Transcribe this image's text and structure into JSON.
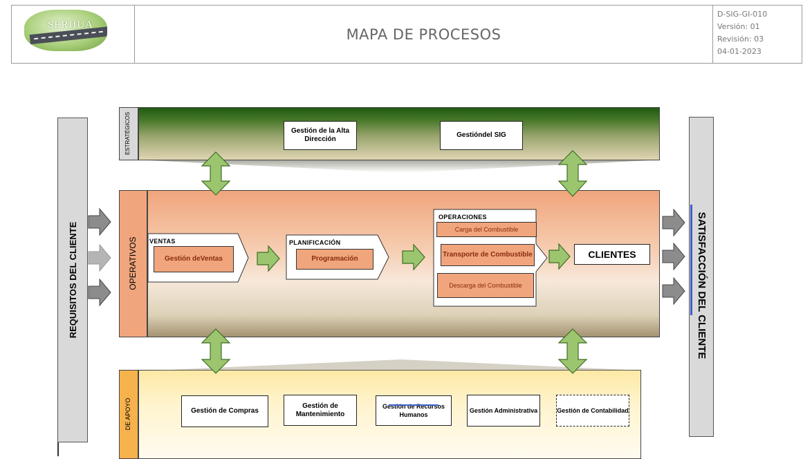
{
  "header": {
    "logo_text": "SERHUA",
    "title": "MAPA DE PROCESOS",
    "doc_code": "D-SIG-GI-010",
    "version": "Versión: 01",
    "revision": "Revisión: 03",
    "date": "04-01-2023"
  },
  "left_column": {
    "label": "REQUISITOS DEL CLIENTE"
  },
  "right_column": {
    "label": "SATISFACCIÓN DEL CLIENTE"
  },
  "strategic": {
    "tab_label": "ESTRATÉGICOS",
    "boxes": [
      {
        "label": "Gestión de la Alta Dirección"
      },
      {
        "label": "Gestióndel SIG"
      }
    ]
  },
  "operational": {
    "tab_label": "OPERATIVOS",
    "ventas": {
      "title": "VENTAS",
      "item": "Gestión deVentas"
    },
    "planificacion": {
      "title": "PLANIFICACIÓN",
      "item": "Programación"
    },
    "operaciones": {
      "title": "OPERACIONES",
      "items": [
        {
          "label": "Carga del Combustible"
        },
        {
          "label": "Transporte de Combustible"
        },
        {
          "label": "Descarga del Combustible"
        }
      ]
    },
    "clientes": "CLIENTES"
  },
  "support": {
    "tab_label": "DE APOYO",
    "boxes": [
      {
        "label": "Gestión de Compras"
      },
      {
        "label": "Gestión de Mantenimiento"
      },
      {
        "label": "Gestión de Recursos Humanos"
      },
      {
        "label": "Gestión Administrativa"
      },
      {
        "label": "Gestión de Contabilidad"
      }
    ]
  },
  "colors": {
    "strategic_top": "#1f5a10",
    "operational_orange": "#f0a57c",
    "support_yellow": "#fde9a5",
    "arrow_green": "#9bc56f",
    "arrow_gray": "#8c8c8c"
  }
}
